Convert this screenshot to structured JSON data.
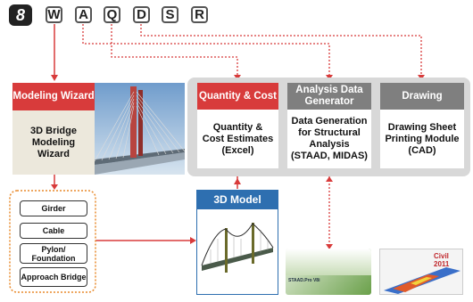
{
  "colors": {
    "red": "#d83b3b",
    "gray_header": "#7f7f7f",
    "panel": "#d8d8d8",
    "beige": "#ece8dc",
    "blue": "#2e6fb0"
  },
  "toolbar": {
    "logo_icon": "bridge-logo-icon",
    "letters": [
      "W",
      "A",
      "Q",
      "D",
      "S",
      "R"
    ]
  },
  "wizard": {
    "header": "Modeling Wizard",
    "body": "3D Bridge Modeling Wizard"
  },
  "quantity": {
    "header": "Quantity & Cost",
    "body": "Quantity & Cost Estimates (Excel)"
  },
  "analysis": {
    "header": "Analysis Data Generator",
    "body": "Data Generation for Structural Analysis (STAAD, MIDAS)"
  },
  "drawing": {
    "header": "Drawing",
    "body": "Drawing Sheet Printing Module (CAD)"
  },
  "components": [
    "Girder",
    "Cable",
    "Pylon/ Foundation",
    "Approach Bridge"
  ],
  "model3d": {
    "header": "3D Model"
  },
  "products": {
    "staad_title": "STAAD.Pro V8i",
    "civil_title": "Civil 2011"
  }
}
